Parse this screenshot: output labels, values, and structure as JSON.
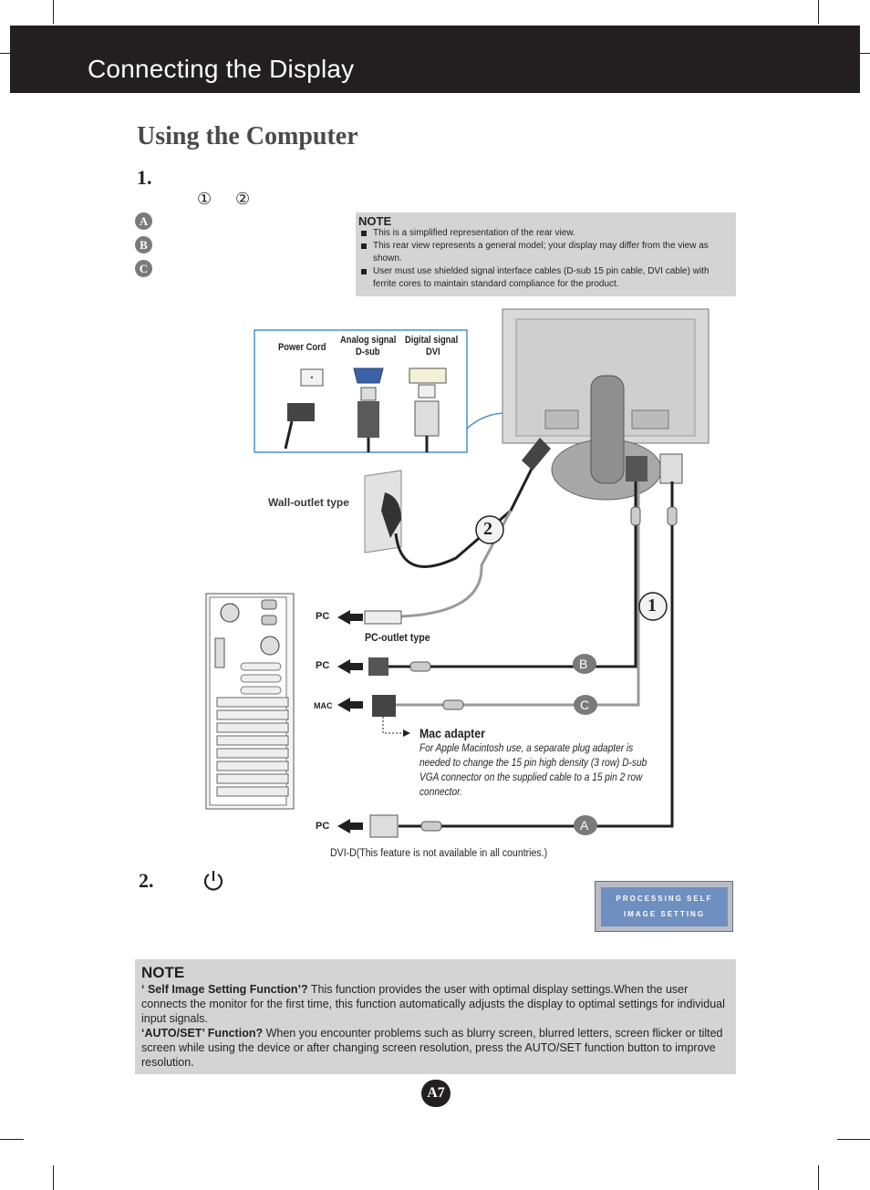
{
  "header": {
    "title": "Connecting the Display"
  },
  "section": {
    "title": "Using the Computer"
  },
  "steps": [
    {
      "number": "1.",
      "circled": [
        "①",
        "②"
      ]
    },
    {
      "number": "2."
    }
  ],
  "options": [
    "A",
    "B",
    "C"
  ],
  "note_top": {
    "title": "NOTE",
    "items": [
      "This is a simplified representation of the rear view.",
      "This rear view represents a general model; your display may differ from the view as shown.",
      "User must use shielded signal interface cables (D-sub 15 pin cable, DVI cable) with ferrite cores to maintain standard compliance for the product."
    ]
  },
  "diagram": {
    "power_cord": "Power Cord",
    "analog_line1": "Analog signal",
    "analog_line2": "D-sub",
    "digital_line1": "Digital signal",
    "digital_line2": "DVI",
    "wall_outlet": "Wall-outlet type",
    "pc_outlet": "PC-outlet type",
    "pc": "PC",
    "mac": "MAC",
    "mac_adapter_title": "Mac adapter",
    "mac_adapter_text": "For Apple Macintosh use, a  separate plug adapter is needed to change the 15 pin high density (3 row) D-sub VGA connector on the supplied cable to a 15 pin 2 row connector.",
    "dvi_caption": "DVI-D(This feature is not available in all countries.)",
    "callout_1": "1",
    "callout_2": "2",
    "cable_a": "A",
    "cable_b": "B",
    "cable_c": "C"
  },
  "osd": {
    "line1": "PROCESSING SELF",
    "line2": "IMAGE SETTING"
  },
  "note_bottom": {
    "title": "NOTE",
    "q1": "‘ Self Image Setting Function’?",
    "a1": " This function provides the user with optimal display settings.When the user connects the monitor for the first time, this function automatically adjusts the display to optimal settings for individual input signals.",
    "q2": "‘AUTO/SET’ Function?",
    "a2": " When you encounter problems such as blurry screen, blurred letters, screen flicker or tilted screen while using the device or after changing screen resolution, press the AUTO/SET function button to improve resolution."
  },
  "page_number": "A7"
}
